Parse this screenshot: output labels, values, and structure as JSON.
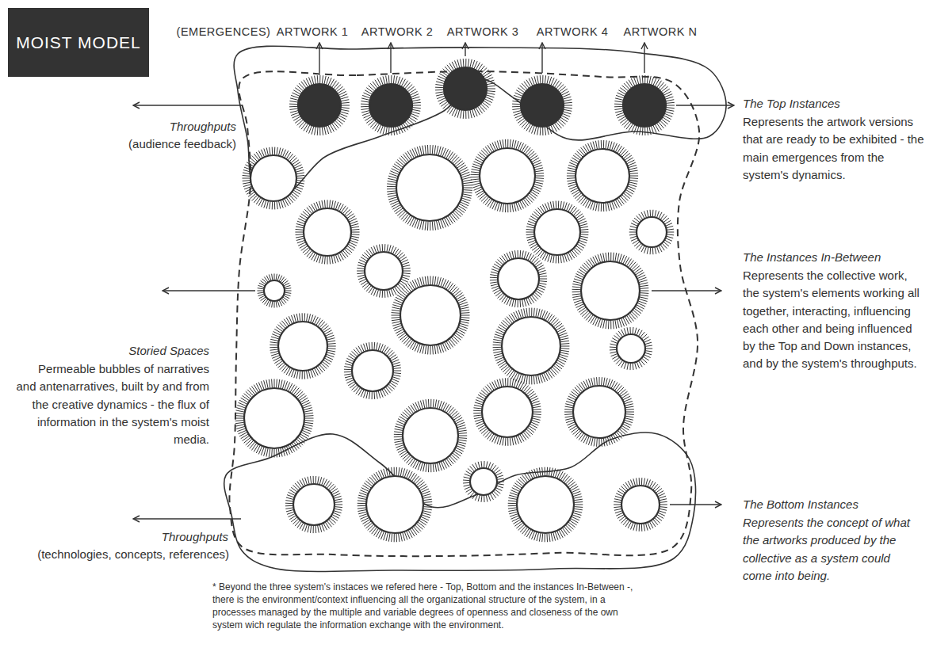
{
  "diagram": {
    "title": "MOIST MODEL",
    "labels": [
      "(EMERGENCES)",
      "ARTWORK 1",
      "ARTWORK 2",
      "ARTWORK 3",
      "ARTWORK 4",
      "ARTWORK N",
      "Throughputs",
      "(audience feedback)",
      "The Top Instances",
      "Represents the artwork versions that are ready to be exhibited - the main emergences from the system's dynamics.",
      "The Instances In-Between",
      "Represents the collective work, the system's elements working all together, interacting, influencing each other and being influenced by the Top and Down instances, and by the system's throughputs.",
      "Storied Spaces",
      "Permeable bubbles of narratives and antenarratives, built by and from the creative dynamics - the flux of information in the system's moist media.",
      "The Bottom Instances",
      "Represents the concept of what the artworks produced by the collective as a system could come into being.",
      "Throughputs",
      "(technologies, concepts, references)",
      "* Beyond the three system's instaces we refered here - Top, Bottom and the instances In-Between -, there is the environment/context influencing all the organizational structure of the system, in a processes managed by the multiple and variable degrees of openness and closeness of the own system wich regulate the information exchange with the environment."
    ]
  }
}
